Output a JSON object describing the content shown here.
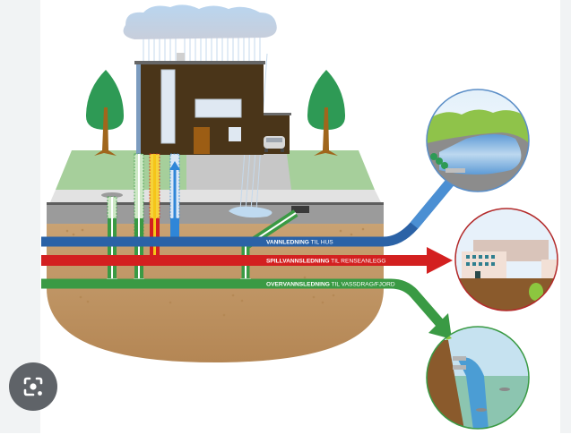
{
  "diagram": {
    "description": "Water, wastewater and stormwater pipelines from a house",
    "pipes": [
      {
        "id": "water",
        "name_bold": "VANNLEDNING",
        "name_rest": " TIL HUS",
        "color": "#2b62a6",
        "destination": "lake"
      },
      {
        "id": "sewage",
        "name_bold": "SPILLVANNSLEDNING",
        "name_rest": " TIL RENSEANLEGG",
        "color": "#d32020",
        "destination": "treatment-plant"
      },
      {
        "id": "storm",
        "name_bold": "OVERVANNSLEDNING",
        "name_rest": " TIL VASSDRAG/FJORD",
        "color": "#3a9a44",
        "destination": "fjord"
      }
    ],
    "colors": {
      "soil": "#c49c6c",
      "grass": "#a6cf9b",
      "road": "#9a9a9a",
      "house": "#4a3519",
      "tree": "#2e9a55",
      "trunk": "#a0661c",
      "sky": "#c6dcef"
    }
  },
  "overlay": {
    "lens_button": "google-lens-icon"
  }
}
